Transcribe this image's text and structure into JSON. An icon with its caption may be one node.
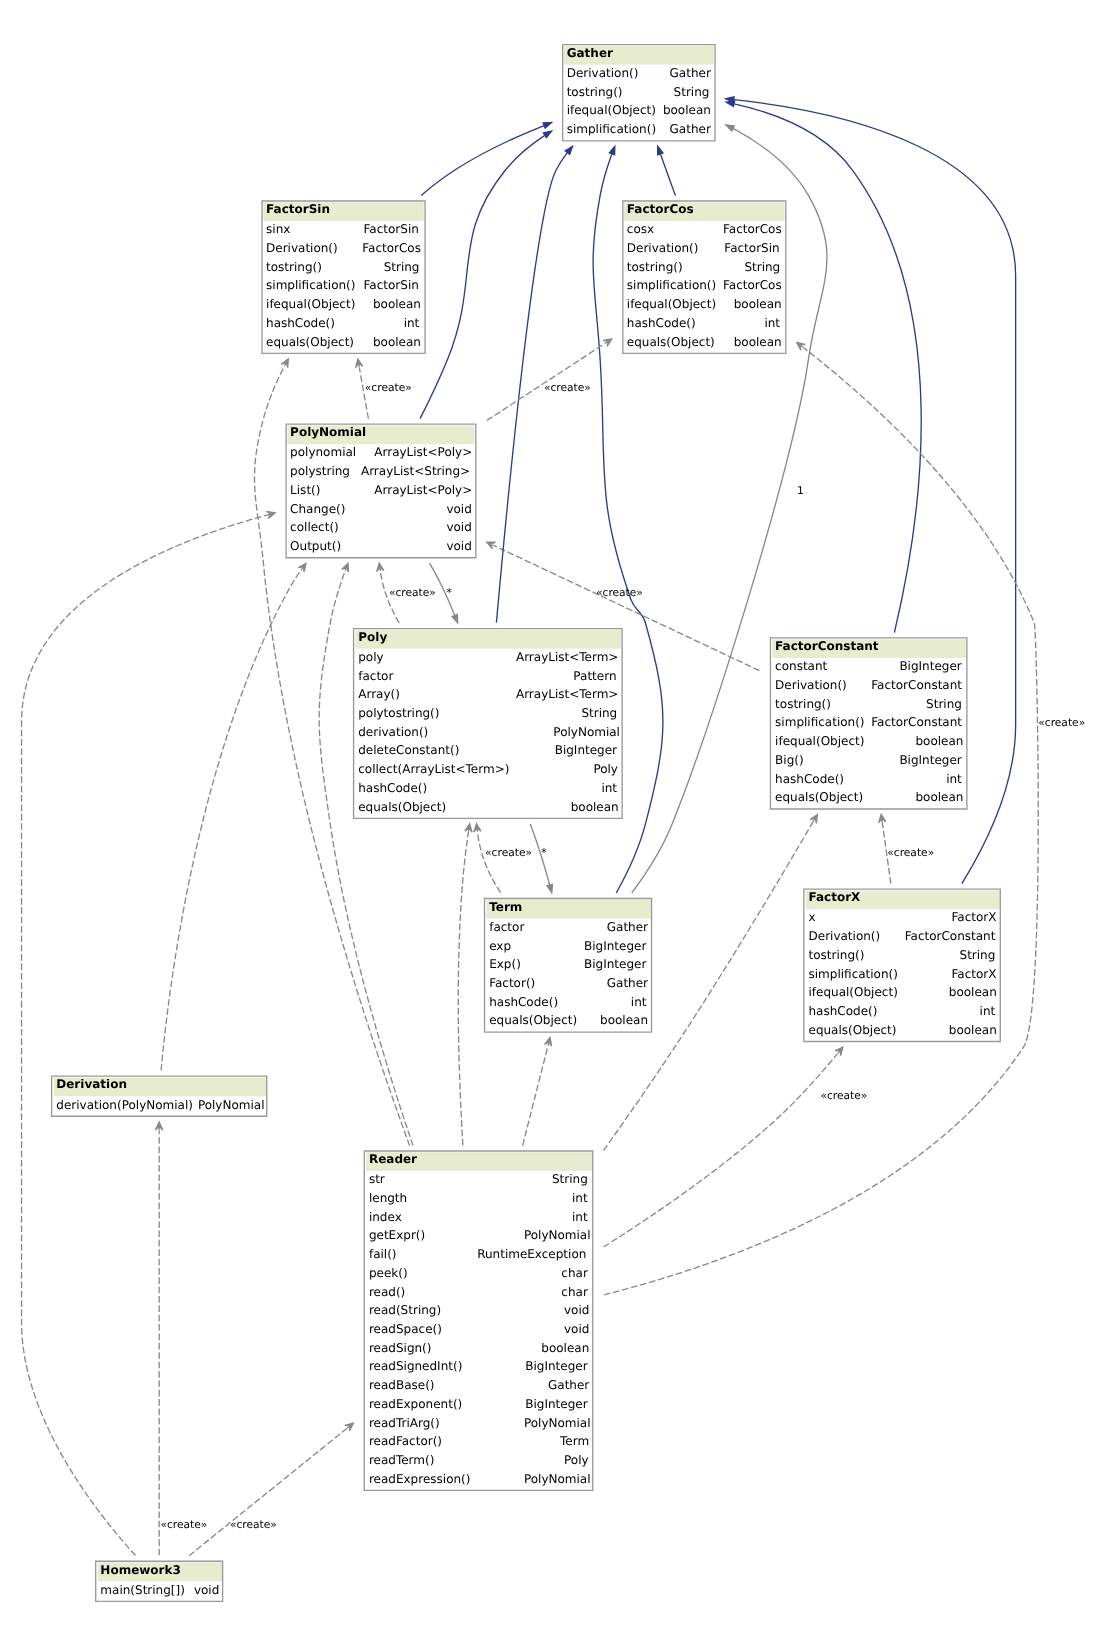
{
  "diagram": {
    "nodes": [
      {
        "text": [
          "Gather",
          "Derivation()",
          "Gather",
          "tostring()",
          "String",
          "ifequal(Object)",
          "boolean",
          "simplification()",
          "Gather"
        ]
      },
      {
        "text": [
          "Term",
          "factor",
          "Gather",
          "exp",
          "BigInteger",
          "Exp()",
          "BigInteger",
          "Factor()",
          "Gather",
          "hashCode()",
          "int",
          "equals(Object)",
          "boolean"
        ]
      },
      {
        "text": [
          "FactorConstant",
          "constant",
          "BigInteger",
          "Derivation()",
          "FactorConstant",
          "tostring()",
          "String",
          "simplification()",
          "FactorConstant",
          "ifequal(Object)",
          "boolean",
          "Big()",
          "BigInteger",
          "hashCode()",
          "int",
          "equals(Object)",
          "boolean"
        ]
      },
      {
        "text": [
          "Poly",
          "poly",
          "ArrayList<Term>",
          "factor",
          "Pattern",
          "Array()",
          "ArrayList<Term>",
          "polytostring()",
          "String",
          "derivation()",
          "PolyNomial",
          "deleteConstant()",
          "BigInteger",
          "collect(ArrayList<Term>)",
          "Poly",
          "hashCode()",
          "int",
          "equals(Object)",
          "boolean"
        ]
      },
      {
        "text": [
          "PolyNomial",
          "polynomial",
          "ArrayList<Poly>",
          "polystring",
          "ArrayList<String>",
          "List()",
          "ArrayList<Poly>",
          "Change()",
          "void",
          "collect()",
          "void",
          "Output()",
          "void"
        ]
      },
      {
        "text": [
          "FactorX",
          "x",
          "FactorX",
          "Derivation()",
          "FactorConstant",
          "tostring()",
          "String",
          "simplification()",
          "FactorX",
          "ifequal(Object)",
          "boolean",
          "hashCode()",
          "int",
          "equals(Object)",
          "boolean"
        ]
      },
      {
        "text": [
          "FactorSin",
          "sinx",
          "FactorSin",
          "Derivation()",
          "FactorCos",
          "tostring()",
          "String",
          "simplification()",
          "FactorSin",
          "ifequal(Object)",
          "boolean",
          "hashCode()",
          "int",
          "equals(Object)",
          "boolean"
        ]
      },
      {
        "text": [
          "FactorCos",
          "cosx",
          "FactorCos",
          "Derivation()",
          "FactorSin",
          "tostring()",
          "String",
          "simplification()",
          "FactorCos",
          "ifequal(Object)",
          "boolean",
          "hashCode()",
          "int",
          "equals(Object)",
          "boolean"
        ]
      },
      {
        "text": [
          "Reader",
          "str",
          "String",
          "length",
          "int",
          "index",
          "int",
          "getExpr()",
          "PolyNomial",
          "fail()",
          "RuntimeException",
          "peek()",
          "char",
          "read()",
          "char",
          "read(String)",
          "void",
          "readSpace()",
          "void",
          "readSign()",
          "boolean",
          "readSignedInt()",
          "BigInteger",
          "readBase()",
          "Gather",
          "readExponent()",
          "BigInteger",
          "readTriArg()",
          "PolyNomial",
          "readFactor()",
          "Term",
          "readTerm()",
          "Poly",
          "readExpression()",
          "PolyNomial"
        ]
      },
      {
        "text": [
          "Derivation",
          "derivation(PolyNomial)",
          "PolyNomial"
        ]
      },
      {
        "text": [
          "Homework3",
          "main(String[])",
          "void"
        ]
      }
    ],
    "edges": [
      {
        "from": 1,
        "to": 0,
        "arrow": "to",
        "color": "#2b3a8c"
      },
      {
        "from": 2,
        "to": 0,
        "arrow": "to",
        "color": "#2b3a8c"
      },
      {
        "from": 3,
        "to": 0,
        "arrow": "to",
        "color": "#2b3a8c"
      },
      {
        "from": 4,
        "to": 0,
        "arrow": "to",
        "color": "#2b3a8c"
      },
      {
        "from": 5,
        "to": 0,
        "arrow": "to",
        "color": "#2b3a8c"
      },
      {
        "from": 6,
        "to": 0,
        "arrow": "to",
        "color": "#2b3a8c"
      },
      {
        "from": 7,
        "to": 0,
        "arrow": "to",
        "color": "#2b3a8c"
      },
      {
        "from": 1,
        "to": 0,
        "arrow": "to",
        "label": "1"
      },
      {
        "from": 3,
        "to": 1,
        "arrow": "to",
        "label": "*"
      },
      {
        "from": 4,
        "to": 3,
        "arrow": "to",
        "label": "*"
      },
      {
        "from": 1,
        "to": 3,
        "arrow": "to",
        "style": "dashed",
        "label": "«create»"
      },
      {
        "from": 3,
        "to": 4,
        "arrow": "to",
        "style": "dashed",
        "label": "«create»"
      },
      {
        "from": 2,
        "to": 4,
        "arrow": "to",
        "style": "dashed",
        "label": "«create»"
      },
      {
        "from": 4,
        "to": 6,
        "arrow": "to",
        "style": "dashed",
        "label": "«create»"
      },
      {
        "from": 4,
        "to": 7,
        "arrow": "to",
        "style": "dashed",
        "label": "«create»"
      },
      {
        "from": 5,
        "to": 2,
        "arrow": "to",
        "style": "dashed",
        "label": "«create»"
      },
      {
        "from": 8,
        "to": 5,
        "arrow": "to",
        "style": "dashed",
        "label": "«create»"
      },
      {
        "from": 8,
        "to": 7,
        "arrow": "to",
        "style": "dashed",
        "label": "«create»"
      },
      {
        "from": 8,
        "to": 1,
        "arrow": "to",
        "style": "dashed"
      },
      {
        "from": 8,
        "to": 2,
        "arrow": "to",
        "style": "dashed"
      },
      {
        "from": 8,
        "to": 6,
        "arrow": "to",
        "style": "dashed"
      },
      {
        "from": 8,
        "to": 3,
        "arrow": "to",
        "style": "dashed"
      },
      {
        "from": 8,
        "to": 4,
        "arrow": "to",
        "style": "dashed"
      },
      {
        "from": 9,
        "to": 4,
        "arrow": "to",
        "style": "dashed"
      },
      {
        "from": 10,
        "to": 8,
        "arrow": "to",
        "style": "dashed",
        "label": "«create»"
      },
      {
        "from": 10,
        "to": 9,
        "arrow": "to",
        "style": "dashed",
        "label": "«create»"
      },
      {
        "from": 10,
        "to": 4,
        "arrow": "to",
        "style": "dashed"
      }
    ]
  }
}
